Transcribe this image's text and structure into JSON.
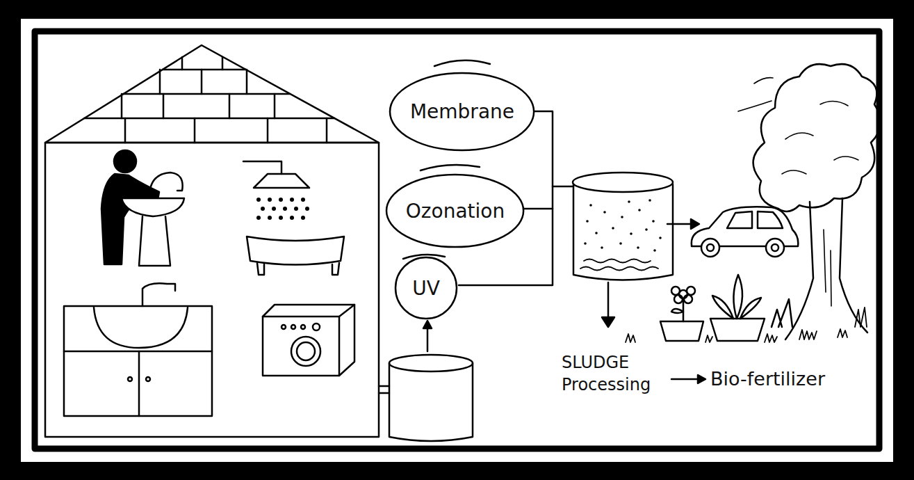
{
  "diagram": {
    "nodes": [
      {
        "text": [
          "Membrane"
        ]
      },
      {
        "text": [
          "Ozonation"
        ]
      },
      {
        "text": [
          "UV"
        ]
      }
    ],
    "labels": [
      "SLUDGE Processing",
      "Bio-fertilizer"
    ]
  }
}
